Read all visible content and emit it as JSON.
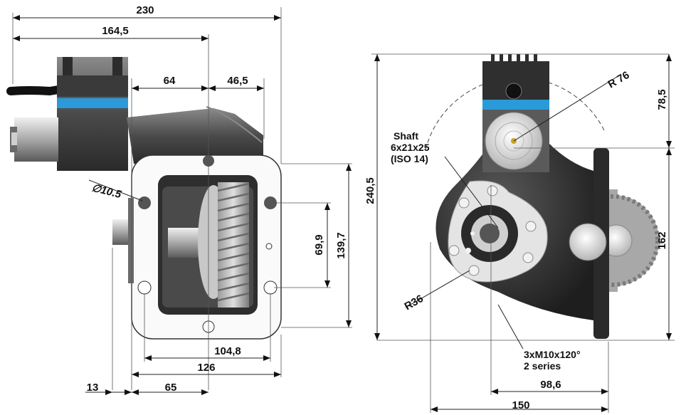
{
  "left_view": {
    "dims": {
      "overall_width": "230",
      "width_164": "164,5",
      "width_64": "64",
      "width_46": "46,5",
      "hole_dia": "∅10.5",
      "height_69": "69,9",
      "height_139": "139,7",
      "width_104": "104,8",
      "width_126": "126",
      "offset_13": "13",
      "offset_65": "65"
    }
  },
  "right_view": {
    "dims": {
      "radius_76": "R 76",
      "height_78": "78,5",
      "height_240": "240,5",
      "height_162": "162",
      "radius_36": "R36",
      "width_98": "98,6",
      "width_150": "150"
    },
    "shaft_note": [
      "Shaft",
      "6x21x25",
      "(ISO 14)"
    ],
    "bolt_note": [
      "3xM10x120°",
      "2 series"
    ]
  },
  "colors": {
    "connector_band": "#2a9ad8",
    "housing_dark": "#3a3a3a",
    "housing_mid": "#6b6b6b",
    "flange_light": "#d8d8d8"
  }
}
